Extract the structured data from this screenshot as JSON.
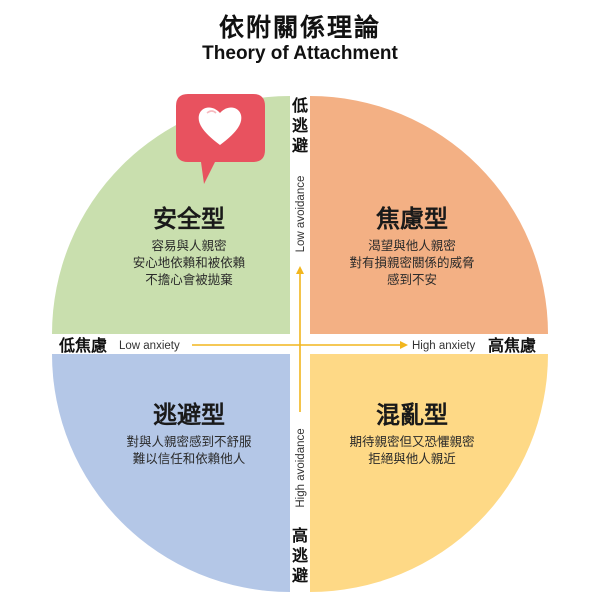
{
  "title": "依附關係理論",
  "subtitle": "Theory of Attachment",
  "axes": {
    "vertical_top_cn": "低逃避",
    "vertical_top_en": "Low avoidance",
    "vertical_bottom_cn": "高逃避",
    "vertical_bottom_en": "High avoidance",
    "horizontal_left_cn": "低焦慮",
    "horizontal_left_en": "Low anxiety",
    "horizontal_right_cn": "高焦慮",
    "horizontal_right_en": "High anxiety"
  },
  "quadrants": {
    "secure": {
      "title": "安全型",
      "lines": [
        "容易與人親密",
        "安心地依賴和被依賴",
        "不擔心會被拋棄"
      ],
      "color": "#c9dfae"
    },
    "anxious": {
      "title": "焦慮型",
      "lines": [
        "渴望與他人親密",
        "對有損親密關係的威脅",
        "感到不安"
      ],
      "color": "#f3b084"
    },
    "avoidant": {
      "title": "逃避型",
      "lines": [
        "對與人親密感到不舒服",
        "難以信任和依賴他人"
      ],
      "color": "#b4c7e7"
    },
    "disorganized": {
      "title": "混亂型",
      "lines": [
        "期待親密但又恐懼親密",
        "拒絕與他人親近"
      ],
      "color": "#fed986"
    }
  },
  "colors": {
    "arrow": "#f2b61e",
    "heart_bubble": "#e8525f"
  },
  "icons": {
    "badge": "heart-chat-icon"
  }
}
